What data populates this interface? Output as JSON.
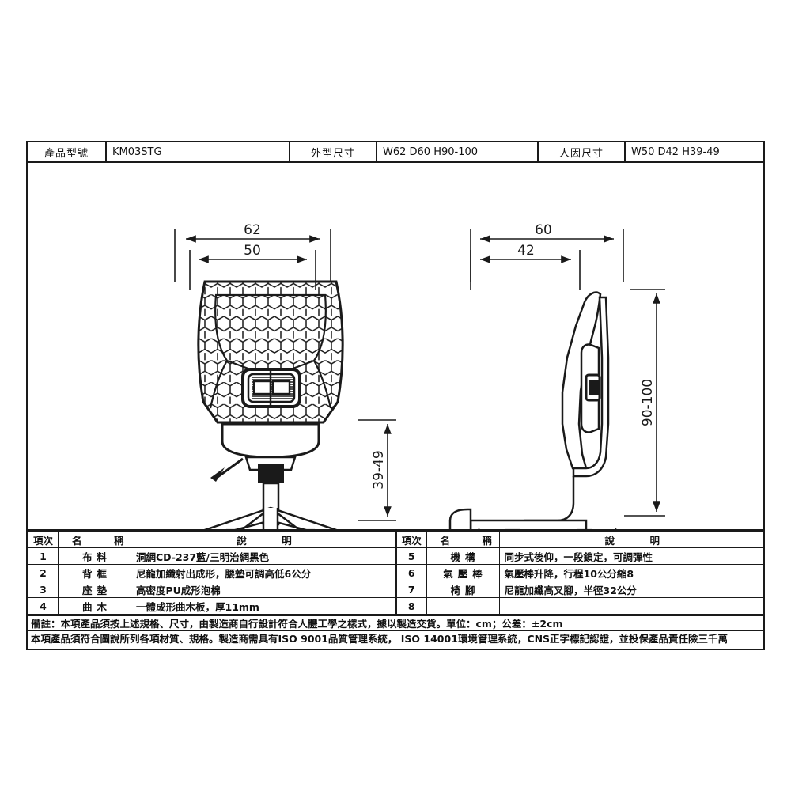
{
  "header": {
    "model_label": "產品型號",
    "model_value": "KM03STG",
    "outer_label": "外型尺寸",
    "outer_value": "W62 D60 H90-100",
    "ergo_label": "人因尺寸",
    "ergo_value": "W50 D42 H39-49"
  },
  "drawing": {
    "front_width_outer": "62",
    "front_width_inner": "50",
    "side_depth_outer": "60",
    "side_depth_inner": "42",
    "seat_height": "39-49",
    "overall_height": "90-100"
  },
  "spec_left": {
    "columns": [
      "項次",
      "名　稱",
      "說　明"
    ],
    "rows": [
      {
        "no": "1",
        "name": "布料",
        "desc": "洞網CD-237藍/三明治網黑色"
      },
      {
        "no": "2",
        "name": "背框",
        "desc": "尼龍加纖射出成形，腰墊可調高低6公分"
      },
      {
        "no": "3",
        "name": "座墊",
        "desc": "高密度PU成形泡棉"
      },
      {
        "no": "4",
        "name": "曲木",
        "desc": "一體成形曲木板，厚11mm"
      }
    ]
  },
  "spec_right": {
    "columns": [
      "項次",
      "名　稱",
      "說　明"
    ],
    "rows": [
      {
        "no": "5",
        "name": "機構",
        "desc": "同步式後仰，一段鎖定，可調彈性"
      },
      {
        "no": "6",
        "name": "氣壓棒",
        "desc": "氣壓棒升降，行程10公分縮8"
      },
      {
        "no": "7",
        "name": "椅腳",
        "desc": "尼龍加纖高叉腳，半徑32公分"
      },
      {
        "no": "8",
        "name": "",
        "desc": ""
      }
    ]
  },
  "notes": {
    "line1": "備註：本項產品須按上述規格、尺寸，由製造商自行設計符合人體工學之樣式，據以製造交貨。單位：cm；公差：±2cm",
    "line2": "本項產品須符合圖說所列各項材質、規格。製造商需具有ISO 9001品質管理系統， ISO 14001環境管理系統，CNS正字標記認證，並投保產品責任險三千萬"
  }
}
